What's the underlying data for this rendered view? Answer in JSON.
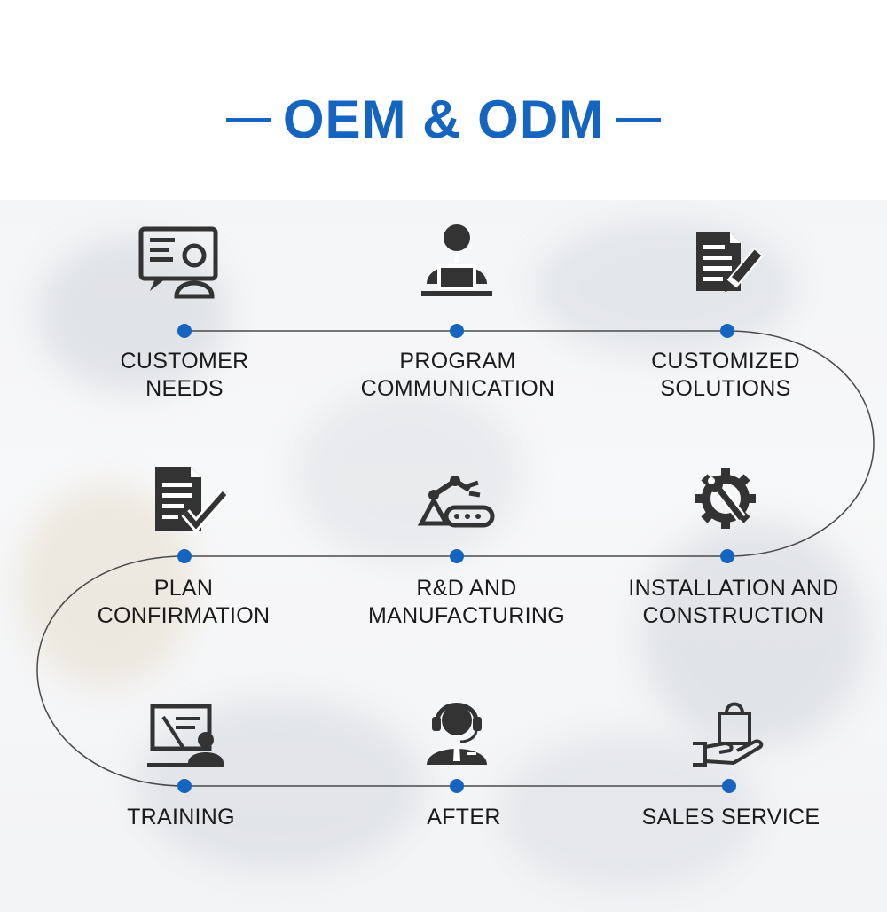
{
  "title": "OEM & ODM",
  "colors": {
    "accent": "#1565c0",
    "dot": "#1565c0",
    "line": "#444444",
    "icon": "#333333"
  },
  "steps": [
    {
      "icon": "customer-needs-icon",
      "line1": "CUSTOMER",
      "line2": "NEEDS"
    },
    {
      "icon": "program-communication-icon",
      "line1": "PROGRAM",
      "line2": "COMMUNICATION"
    },
    {
      "icon": "customized-solutions-icon",
      "line1": "CUSTOMIZED",
      "line2": "SOLUTIONS"
    },
    {
      "icon": "plan-confirmation-icon",
      "line1": "PLAN",
      "line2": "CONFIRMATION"
    },
    {
      "icon": "rd-manufacturing-icon",
      "line1": "R&D AND",
      "line2": "MANUFACTURING"
    },
    {
      "icon": "installation-construction-icon",
      "line1": "INSTALLATION AND",
      "line2": "CONSTRUCTION"
    },
    {
      "icon": "training-icon",
      "line1": "TRAINING",
      "line2": ""
    },
    {
      "icon": "after-icon",
      "line1": "AFTER",
      "line2": ""
    },
    {
      "icon": "sales-service-icon",
      "line1": "SALES SERVICE",
      "line2": ""
    }
  ]
}
